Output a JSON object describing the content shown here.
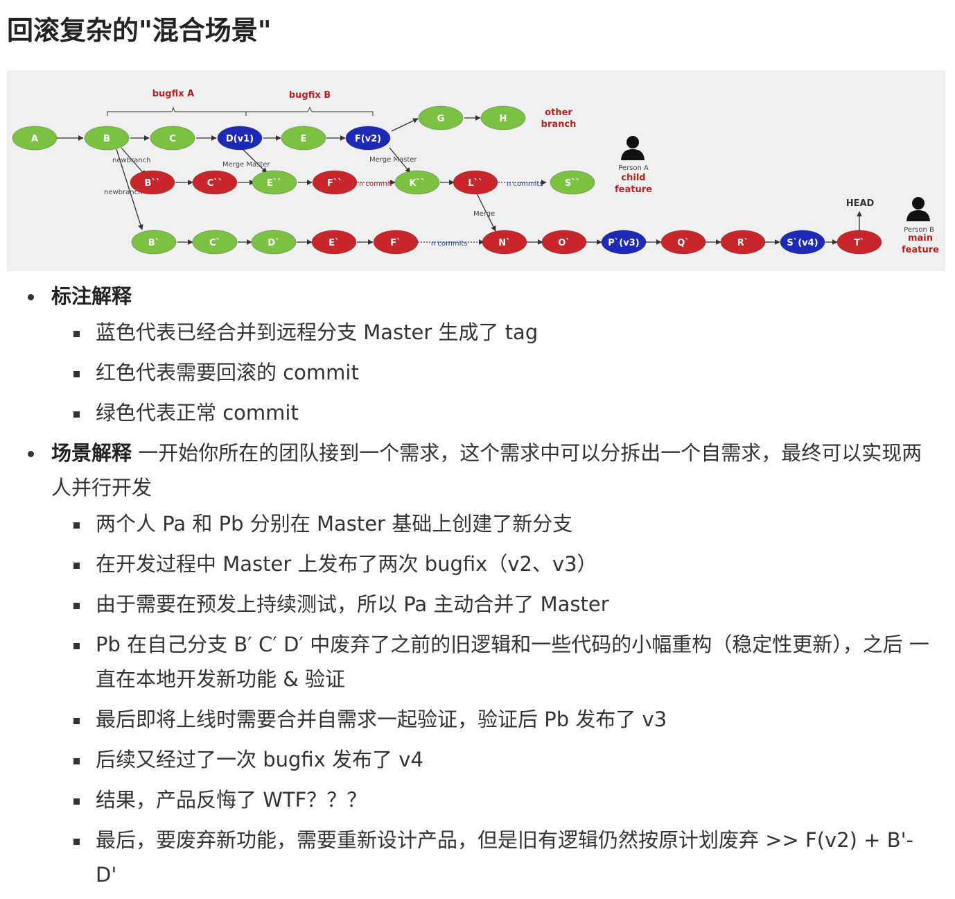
{
  "title": "回滚复杂的\"混合场景\"",
  "diagram": {
    "colors": {
      "green": "#7cc242",
      "red": "#c8262a",
      "blue": "#1c2ab7",
      "edge": "#333333",
      "background": "#f0f0f0"
    },
    "braces": {
      "bugfix_a": "bugfix A",
      "bugfix_b": "bugfix B"
    },
    "other_branch": [
      "other",
      "branch"
    ],
    "person_a": {
      "name": "Person A",
      "line1": "child",
      "line2": "feature"
    },
    "person_b": {
      "name": "Person B",
      "line1": "main",
      "line2": "feature"
    },
    "head": "HEAD",
    "edge_labels": {
      "newbranch_1": "newbranch",
      "newbranch_2": "newbranch",
      "merge_master_1": "Merge Master",
      "merge_master_2": "Merge Master",
      "merge": "Merge",
      "n_commit": "n commit",
      "n_commits_1": "n commits",
      "n_commits_2": "n commits"
    },
    "nodes": {
      "A": "A",
      "B": "B",
      "C": "C",
      "D": "D(v1)",
      "E": "E",
      "F": "F(v2)",
      "G": "G",
      "H": "H",
      "B2": "B``",
      "C2": "C``",
      "E2": "E``",
      "F2": "F``",
      "K2": "K``",
      "L2": "L``",
      "S2": "S``",
      "B1": "B`",
      "C1": "C`",
      "D1": "D`",
      "E1": "E`",
      "F1": "F`",
      "N1": "N`",
      "O1": "O`",
      "P1": "P`(v3)",
      "Q1": "Q`",
      "R1": "R`",
      "S1": "S`(v4)",
      "T1": "T`"
    }
  },
  "sections": [
    {
      "heading": "标注解释",
      "text": "",
      "items": [
        "蓝色代表已经合并到远程分支 Master 生成了 tag",
        "红色代表需要回滚的 commit",
        "绿色代表正常 commit"
      ]
    },
    {
      "heading": "场景解释",
      "text": " 一开始你所在的团队接到一个需求，这个需求中可以分拆出一个自需求，最终可以实现两人并行开发",
      "items": [
        "两个人 Pa 和 Pb 分别在 Master 基础上创建了新分支",
        "在开发过程中 Master 上发布了两次 bugfix（v2、v3）",
        "由于需要在预发上持续测试，所以 Pa 主动合并了 Master",
        "Pb 在自己分支 B′ C′ D′ 中废弃了之前的旧逻辑和一些代码的小幅重构（稳定性更新），之后 一直在本地开发新功能 & 验证",
        "最后即将上线时需要合并自需求一起验证，验证后 Pb 发布了 v3",
        "后续又经过了一次 bugfix 发布了 v4",
        "结果，产品反悔了 WTF？？？",
        "最后，要废弃新功能，需要重新设计产品，但是旧有逻辑仍然按原计划废弃 >> F(v2) + B'-D'"
      ]
    }
  ]
}
